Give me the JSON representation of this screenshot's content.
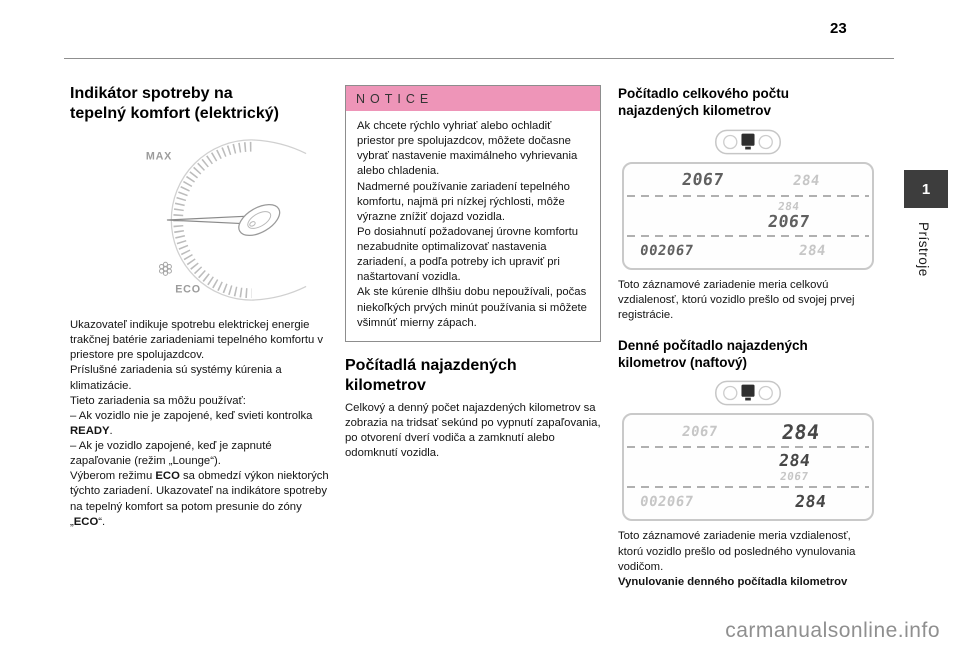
{
  "page": {
    "number": "23",
    "watermark": "carmanualsonline.info",
    "tab": {
      "chapter": "1",
      "label": "Prístroje"
    }
  },
  "colors": {
    "notice_bar": "#ee95b8",
    "chapter_tab": "#3d3d3d"
  },
  "left": {
    "heading": "Indikátor spotreby na tepelný komfort (elektrický)",
    "gauge": {
      "max": "MAX",
      "eco": "ECO"
    },
    "p1": "Ukazovateľ indikuje spotrebu elektrickej energie trakčnej batérie zariadeniami tepelného komfortu v priestore pre spolujazdcov.",
    "p2": "Príslušné zariadenia sú systémy kúrenia a klimatizácie.",
    "p3": "Tieto zariadenia sa môžu používať:",
    "p4a": "– Ak vozidlo nie je zapojené, keď svieti kontrolka ",
    "p4b": "READY",
    "p4c": ".",
    "p5": "– Ak je vozidlo zapojené, keď je zapnuté zapaľovanie (režim „Lounge“).",
    "p6a": "Výberom režimu ",
    "p6b": "ECO",
    "p6c": " sa obmedzí výkon niektorých týchto zariadení. Ukazovateľ na indikátore spotreby na tepelný komfort sa potom presunie do zóny „",
    "p6d": "ECO",
    "p6e": "“."
  },
  "notice": {
    "title": "NOTICE",
    "p1": "Ak chcete rýchlo vyhriať alebo ochladiť priestor pre spolujazdcov, môžete dočasne vybrať nastavenie maximálneho vyhrievania alebo chladenia.",
    "p2": "Nadmerné používanie zariadení tepelného komfortu, najmä pri nízkej rýchlosti, môže výrazne znížiť dojazd vozidla.",
    "p3": "Po dosiahnutí požadovanej úrovne komfortu nezabudnite optimalizovať nastavenia zariadení, a podľa potreby ich upraviť pri naštartovaní vozidla.",
    "p4": "Ak ste kúrenie dlhšiu dobu nepoužívali, počas niekoľkých prvých minút používania si môžete všimnúť mierny zápach."
  },
  "counters": {
    "heading": "Počítadlá najazdených kilometrov",
    "body": "Celkový a denný počet najazdených kilometrov sa zobrazia na tridsať sekúnd po vypnutí zapaľovania, po otvorení dverí vodiča a zamknutí alebo odomknutí vozidla."
  },
  "total_odometer": {
    "heading": "Počítadlo celkového počtu najazdených kilometrov",
    "display": {
      "r1_main": "2067",
      "r1_sec": "284",
      "r2_top": "284",
      "r2_bottom": "2067",
      "r3_main": "002067",
      "r3_sec": "284"
    },
    "body": "Toto záznamové zariadenie meria celkovú vzdialenosť, ktorú vozidlo prešlo od svojej prvej registrácie."
  },
  "trip_odometer": {
    "heading": "Denné počítadlo najazdených kilometrov (naftový)",
    "display": {
      "r1_sec": "2067",
      "r1_main": "284",
      "r2_main": "284",
      "r2_sub": "2067",
      "r3_sec": "002067",
      "r3_main": "284"
    },
    "body": "Toto záznamové zariadenie meria vzdialenosť, ktorú vozidlo prešlo od posledného vynulovania vodičom.",
    "reset_title": "Vynulovanie denného počítadla kilometrov"
  }
}
